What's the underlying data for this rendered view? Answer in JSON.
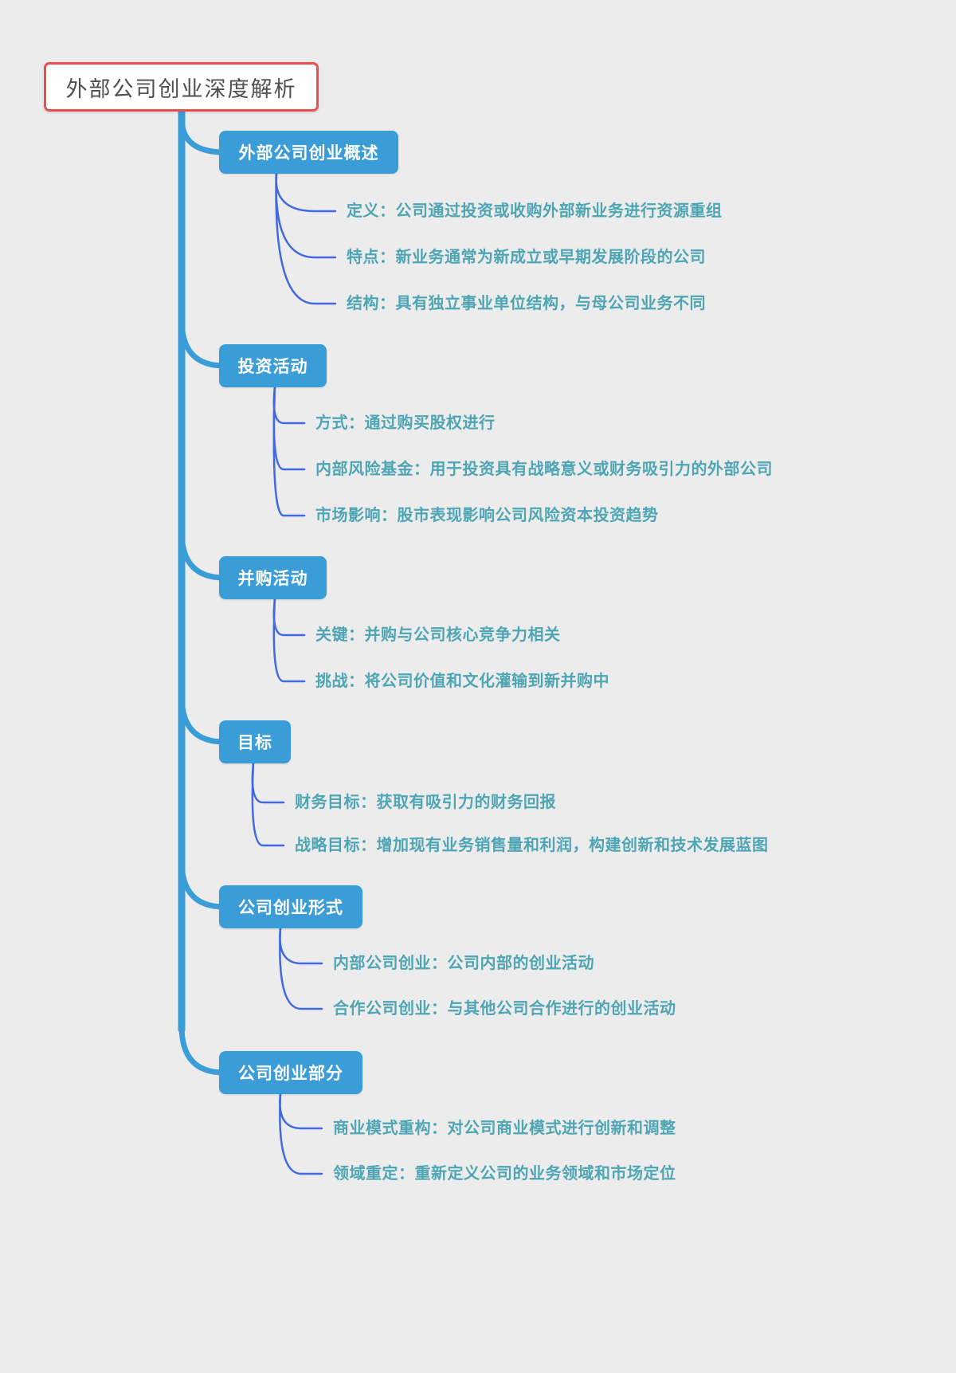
{
  "root": {
    "label": "外部公司创业深度解析"
  },
  "branches": [
    {
      "label": "外部公司创业概述",
      "leaves": [
        "定义：公司通过投资或收购外部新业务进行资源重组",
        "特点：新业务通常为新成立或早期发展阶段的公司",
        "结构：具有独立事业单位结构，与母公司业务不同"
      ]
    },
    {
      "label": "投资活动",
      "leaves": [
        "方式：通过购买股权进行",
        "内部风险基金：用于投资具有战略意义或财务吸引力的外部公司",
        "市场影响：股市表现影响公司风险资本投资趋势"
      ]
    },
    {
      "label": "并购活动",
      "leaves": [
        "关键：并购与公司核心竞争力相关",
        "挑战：将公司价值和文化灌输到新并购中"
      ]
    },
    {
      "label": "目标",
      "leaves": [
        "财务目标：获取有吸引力的财务回报",
        "战略目标：增加现有业务销售量和利润，构建创新和技术发展蓝图"
      ]
    },
    {
      "label": "公司创业形式",
      "leaves": [
        "内部公司创业：公司内部的创业活动",
        "合作公司创业：与其他公司合作进行的创业活动"
      ]
    },
    {
      "label": "公司创业部分",
      "leaves": [
        "商业模式重构：对公司商业模式进行创新和调整",
        "领域重定：重新定义公司的业务领域和市场定位"
      ]
    }
  ],
  "colors": {
    "background": "#ECECEC",
    "node_blue": "#3B9DD8",
    "leaf_text": "#4EA5B4",
    "leaf_line": "#4169E1",
    "root_border": "#E9504E",
    "root_text": "#4F4F4F"
  }
}
